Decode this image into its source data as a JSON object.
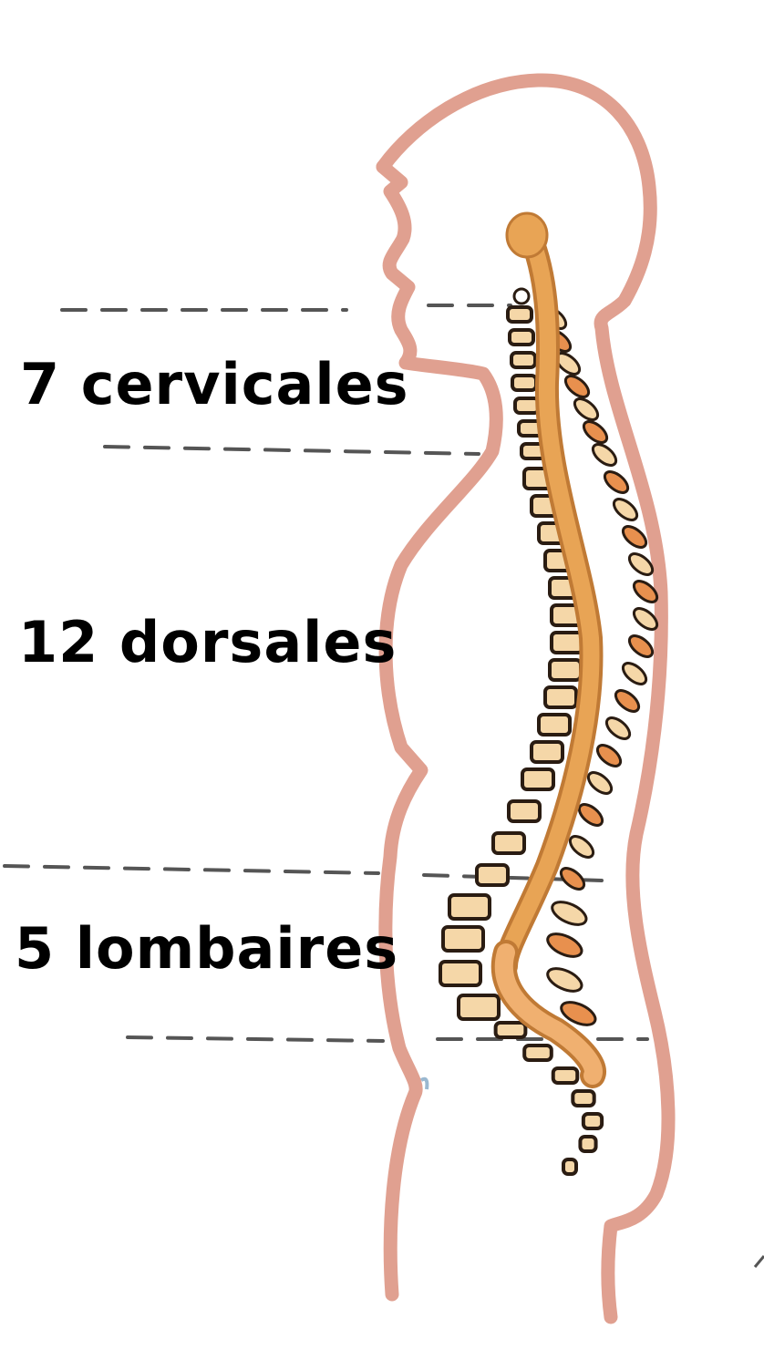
{
  "regions": [
    {
      "key": "cervical",
      "label": "7 cervicales"
    },
    {
      "key": "dorsal",
      "label": "12 dorsales"
    },
    {
      "key": "lumbar",
      "label": "5 lombaires"
    }
  ],
  "colors": {
    "body_outline": "#e0a090",
    "divider": "#555555",
    "spinal_cord": "#e8a455",
    "spinal_cord_edge": "#c07a35",
    "vertebra_fill": "#f5d7a8",
    "vertebra_edge": "#2a1c12",
    "disc_fill": "#e8904e",
    "label": "#000000"
  }
}
